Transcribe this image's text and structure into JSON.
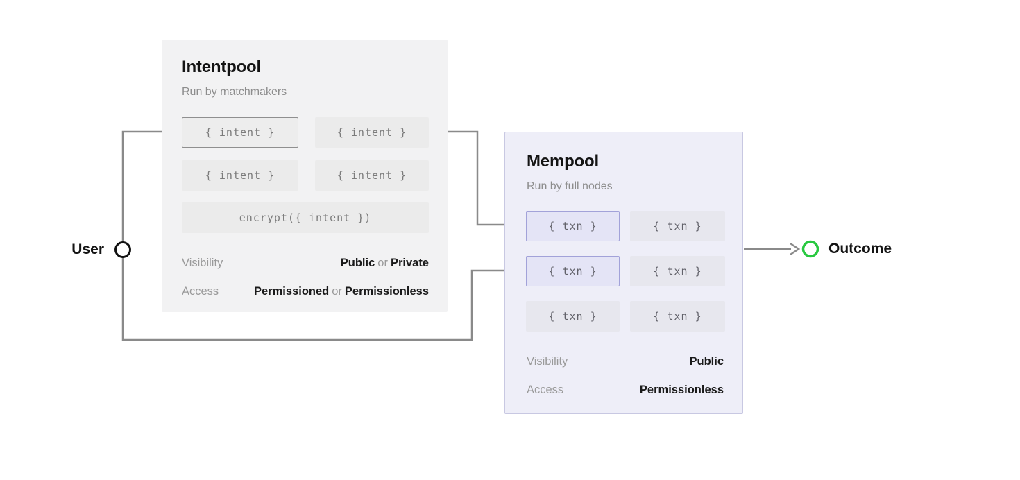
{
  "user": {
    "label": "User"
  },
  "outcome": {
    "label": "Outcome"
  },
  "intentpool": {
    "title": "Intentpool",
    "subtitle": "Run by matchmakers",
    "intent_chips": [
      "{ intent }",
      "{ intent }",
      "{ intent }",
      "{ intent }"
    ],
    "encrypt_chip": "encrypt({ intent })",
    "visibility_label": "Visibility",
    "visibility_option1": "Public",
    "visibility_conjunction": "or",
    "visibility_option2": "Private",
    "access_label": "Access",
    "access_option1": "Permissioned",
    "access_conjunction": "or",
    "access_option2": "Permissionless"
  },
  "mempool": {
    "title": "Mempool",
    "subtitle": "Run by full nodes",
    "txn_chips": [
      "{ txn }",
      "{ txn }",
      "{ txn }",
      "{ txn }",
      "{ txn }",
      "{ txn }"
    ],
    "visibility_label": "Visibility",
    "visibility_value": "Public",
    "access_label": "Access",
    "access_value": "Permissionless"
  },
  "colors": {
    "outcome_green": "#28c840",
    "user_node_black": "#111111",
    "connector_gray": "#8a8a8a",
    "mempool_border": "#c8c8e2",
    "mempool_background": "#eeeef8",
    "intentpool_background": "#f2f2f3",
    "txn_highlight_border": "#a2a2d9",
    "intent_highlight_border": "#8f8f8f"
  }
}
